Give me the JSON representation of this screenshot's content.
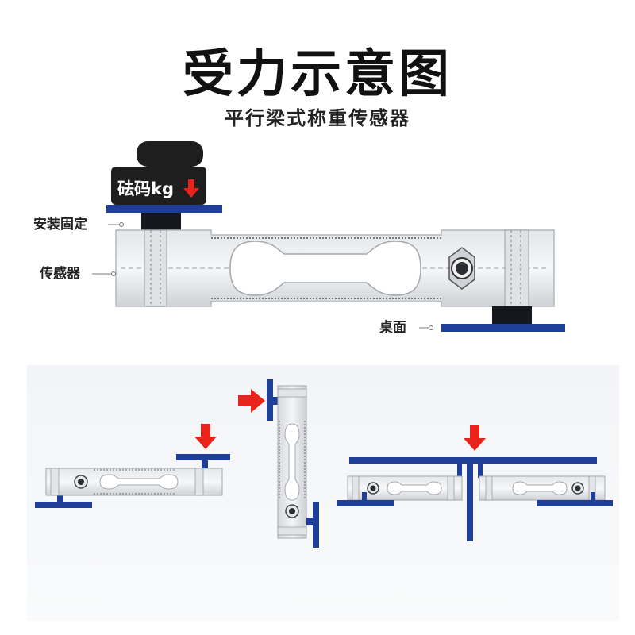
{
  "header": {
    "title": "受力示意图",
    "subtitle": "平行梁式称重传感器"
  },
  "main_diagram": {
    "weight_label": "砝码kg",
    "labels": {
      "mount": "安装固定",
      "sensor": "传感器",
      "desk": "桌面"
    }
  },
  "colors": {
    "mount_plate": "#1f3e98",
    "force_arrow": "#e8231c",
    "weight_body": "#1e1e1e",
    "sensor_body": "#d4d6da"
  },
  "icons": {
    "weight_arrow": "down-arrow-icon",
    "force_arrows": "arrow-icon"
  }
}
